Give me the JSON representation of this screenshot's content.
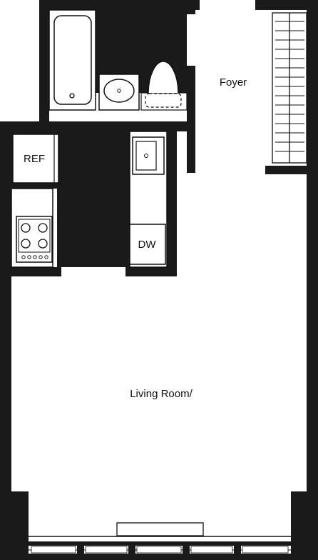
{
  "rooms": {
    "foyer": "Foyer",
    "living_room": "Living Room/"
  },
  "fixtures": {
    "refrigerator": "REF",
    "dishwasher": "DW"
  },
  "colors": {
    "wall": "#1a1a1a",
    "background": "#ffffff",
    "fixture_stroke": "#111111"
  }
}
